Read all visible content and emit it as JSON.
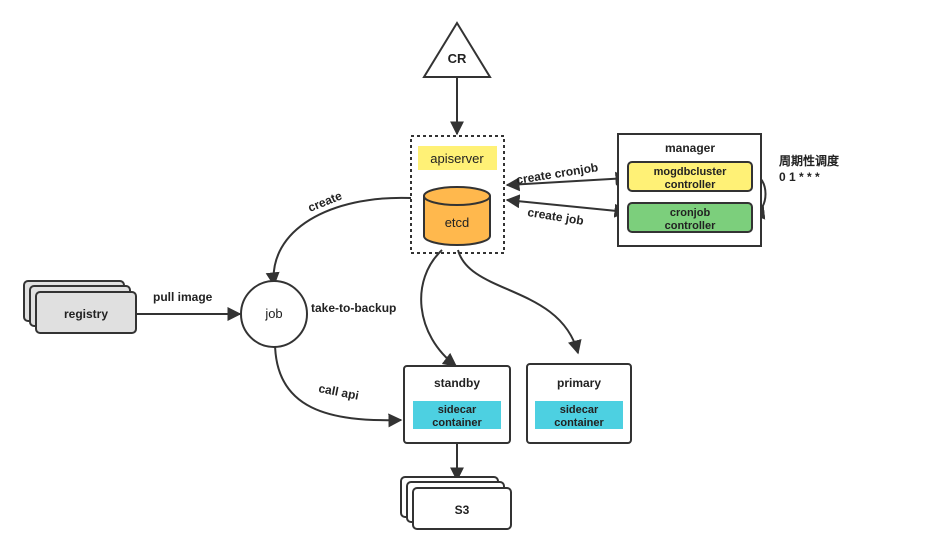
{
  "nodes": {
    "cr": "CR",
    "apiserver": "apiserver",
    "etcd": "etcd",
    "manager": "manager",
    "mogdbcluster_controller": [
      "mogdbcluster",
      "controller"
    ],
    "cronjob_controller": [
      "cronjob",
      "controller"
    ],
    "registry": "registry",
    "job": "job",
    "standby": "standby",
    "primary": "primary",
    "sidecar_container": [
      "sidecar",
      "container"
    ],
    "s3": "S3"
  },
  "edges": {
    "create": "create",
    "create_cronjob": "create cronjob",
    "create_job": "create job",
    "pull_image": "pull image",
    "take_to_backup": "take-to-backup",
    "call_api": "call api"
  },
  "annotation": {
    "schedule_title": "周期性调度",
    "schedule_cron": "0 1 * * *"
  },
  "colors": {
    "apiserver_fill": "#fff176",
    "etcd_fill": "#ffb84d",
    "mogdb_fill": "#fff176",
    "cronjob_fill": "#7ccf7c",
    "sidecar_fill": "#4dd0e1",
    "registry_fill": "#e0e0e0",
    "line": "#333333"
  }
}
